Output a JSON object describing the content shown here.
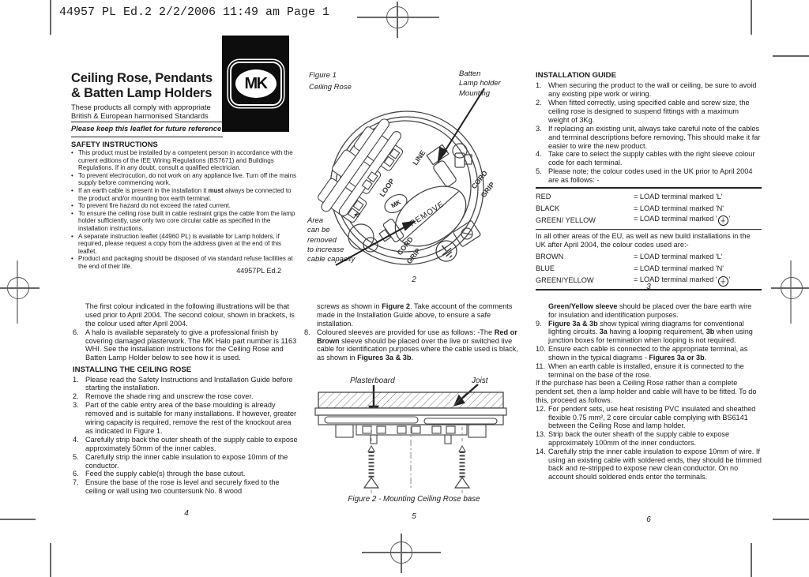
{
  "proof": {
    "header_text": "44957 PL Ed.2  2/2/2006  11:49 am  Page 1"
  },
  "brand": {
    "logo_text": "MK"
  },
  "top_left": {
    "title": "Ceiling Rose, Pendants & Batten Lamp Holders",
    "subtitle": "These products all comply with appropriate British & European harmonised Standards",
    "keep_note": "Please keep this leaflet for future reference",
    "safety_heading": "SAFETY INSTRUCTIONS",
    "bullet_glyph": "•",
    "safety_bullets": [
      "This product must be installed by a competent person in accordance with the current editions of the IEE Wiring Regulations (BS7671) and Buildings Regulations. If in any doubt, consult a qualified electrician.",
      "To prevent electrocution, do not work on any appliance live. Turn off the mains supply before commencing work.",
      "If an earth cable is present in the installation it **must** always be connected to the product and/or mounting box earth terminal.",
      "To prevent fire hazard do not exceed the rated current.",
      "To ensure the ceiling rose built in cable restraint grips the cable from the lamp holder sufficiently, use only two core circular cable as specified in the installation instructions.",
      "A separate instruction leaflet (44960 PL) is available for Lamp holders, if required, please request a copy from the address given at the end of this leaflet.",
      "Product and packaging should be disposed of via standard refuse facilities at the end of their life."
    ],
    "edition": "44957PL Ed.2"
  },
  "top_middle": {
    "figure_label": "Figure 1",
    "figure_caption": "Ceiling Rose",
    "batten_note_lines": [
      "Batten",
      "Lamp holder",
      "Mounting"
    ],
    "area_note_lines": [
      "Area",
      "can be",
      "removed",
      "to increase",
      "cable capacity"
    ],
    "diagram_labels": {
      "neutral": "N",
      "loop": "LOOP",
      "line": "LINE",
      "logo": "MK",
      "remove": "REMOVE",
      "cord": "CORD",
      "grip": "GRIP"
    },
    "page_number": "2"
  },
  "top_right": {
    "heading": "INSTALLATION GUIDE",
    "items": [
      {
        "num": "1.",
        "text": "When securing the product to the wall or ceiling, be sure to avoid any existing pipe work or wiring."
      },
      {
        "num": "2.",
        "text": "When fitted correctly, using specified cable and screw size, the ceiling rose is designed to suspend fittings with a maximum weight of 3Kg."
      },
      {
        "num": "3.",
        "text": "If replacing an existing unit, always take careful note of the cables and terminal descriptions before removing. This should make it far easier to wire the new product."
      },
      {
        "num": "4.",
        "text": "Take care to select the supply cables with the right sleeve colour code for each terminal."
      },
      {
        "num": "5.",
        "text": "Please note; the colour codes used in the UK prior to April 2004 are as follows: -"
      }
    ],
    "pre2004_rows": [
      {
        "colour": "RED",
        "desc": "= LOAD terminal marked 'L'"
      },
      {
        "colour": "BLACK",
        "desc": "= LOAD terminal marked 'N'"
      },
      {
        "colour": "GREEN/ YELLOW",
        "desc_prefix": "= LOAD terminal marked '",
        "earth_symbol": "⏚",
        "desc_suffix": "'"
      }
    ],
    "eu_note": "In all other areas of the EU, as well as new build installations in the UK after April 2004, the colour codes used are:-",
    "post2004_rows": [
      {
        "colour": "BROWN",
        "desc": "= LOAD terminal marked 'L'"
      },
      {
        "colour": "BLUE",
        "desc": "= LOAD terminal marked 'N'"
      },
      {
        "colour": "GREEN/YELLOW",
        "desc_prefix": "= LOAD terminal marked '",
        "earth_symbol": "⏚",
        "desc_suffix": "'"
      }
    ],
    "page_number": "3"
  },
  "bottom_left": {
    "paras": [
      {
        "num": "",
        "text": "The first colour indicated in the following illustrations will be that used prior to April 2004. The second colour, shown in brackets, is the colour used after April 2004."
      },
      {
        "num": "6.",
        "text": "A halo is available separately to give a professional finish by covering damaged plasterwork. The MK Halo part number is 1163 WHI. See the installation instructions for the Ceiling Rose and Batten Lamp Holder below to see how it is used."
      }
    ],
    "heading": "INSTALLING THE CEILING ROSE",
    "steps": [
      {
        "num": "1.",
        "text": "Please read the Safety Instructions and Installation Guide before starting the installation."
      },
      {
        "num": "2.",
        "text": "Remove the shade ring and unscrew the rose cover."
      },
      {
        "num": "3.",
        "text": "Part of the cable entry area of the base moulding is already removed and is suitable for many installations. If however, greater wiring capacity is required, remove the rest of the knockout area as indicated in Figure 1."
      },
      {
        "num": "4.",
        "text": "Carefully strip back the outer sheath of the supply cable to expose approximately 50mm of the inner cables."
      },
      {
        "num": "5.",
        "text": "Carefully strip the inner cable insulation to expose 10mm of the conductor."
      },
      {
        "num": "6.",
        "text": "Feed the supply cable(s) through the base cutout."
      },
      {
        "num": "7.",
        "text": "Ensure the base of the rose is level and securely fixed to the ceiling or wall using two countersunk No. 8 wood"
      }
    ],
    "page_number": "4"
  },
  "bottom_middle": {
    "paras": [
      {
        "num": "",
        "text": "screws as shown in **Figure 2**. Take account of the comments made in the Installation Guide above, to ensure a safe installation."
      },
      {
        "num": "8.",
        "text": "Coloured sleeves are provided for use as follows: -The **Red or Brown** sleeve should be placed over the live or switched live cable for identification purposes where the cable used is black, as shown in **Figures 3a & 3b**."
      }
    ],
    "figure2": {
      "plasterboard_label": "Plasterboard",
      "joist_label": "Joist",
      "caption": "Figure 2 - Mounting Ceiling Rose base"
    },
    "page_number": "5"
  },
  "bottom_right": {
    "paras": [
      {
        "num": "",
        "text": "**Green/Yellow sleeve** should be placed over the bare earth wire for insulation and identification purposes."
      },
      {
        "num": "9.",
        "text": "**Figure 3a & 3b** show typical wiring diagrams for conventional lighting circuits. **3a** having a looping requirement, **3b** when using junction boxes for termination when looping is not required."
      },
      {
        "num": "10.",
        "text": "Ensure each cable is connected to the appropriate terminal, as shown in the typical diagrams - **Figures 3a or 3b**."
      },
      {
        "num": "11.",
        "text": "When an earth cable is installed, ensure it is connected to the terminal on the base of the rose."
      },
      {
        "num": "",
        "text": "If the purchase has been a Ceiling Rose rather than a complete pendent set, then a lamp holder and cable will have to be fitted. To do this, proceed as follows."
      },
      {
        "num": "12.",
        "text": "For pendent sets, use heat resisting PVC insulated and sheathed flexible 0.75 mm², 2 core circular cable complying with BS6141 between the Ceiling Rose and lamp holder."
      },
      {
        "num": "13.",
        "text": "Strip back the outer sheath of the supply cable to expose approximately 100mm of the inner conductors."
      },
      {
        "num": "14.",
        "text": "Carefully strip the inner cable insulation to expose 10mm of wire. If using an existing cable with soldered ends, they should be trimmed back and re-stripped to expose new clean conductor. On no account should soldered ends enter the terminals."
      }
    ],
    "page_number": "6"
  }
}
